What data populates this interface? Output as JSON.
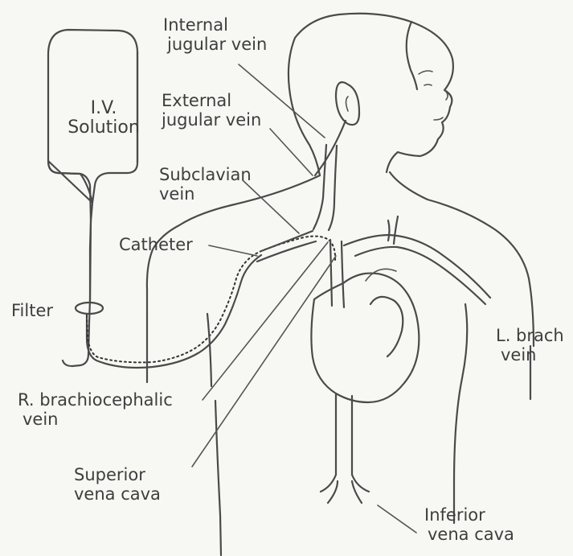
{
  "labels": {
    "iv_line1": "I.V.",
    "iv_line2": "Solution",
    "internal_line1": "Internal",
    "internal_line2": "jugular vein",
    "external_line1": "External",
    "external_line2": "jugular vein",
    "subclavian_line1": "Subclavian",
    "subclavian_line2": "vein",
    "catheter": "Catheter",
    "filter": "Filter",
    "lbrach_line1": "L. brach",
    "lbrach_line2": "vein",
    "rbrach_line1": "R. brachiocephalic",
    "rbrach_line2": "vein",
    "svc_line1": "Superior",
    "svc_line2": "vena cava",
    "ivc_line1": "Inferior",
    "ivc_line2": "vena cava"
  }
}
